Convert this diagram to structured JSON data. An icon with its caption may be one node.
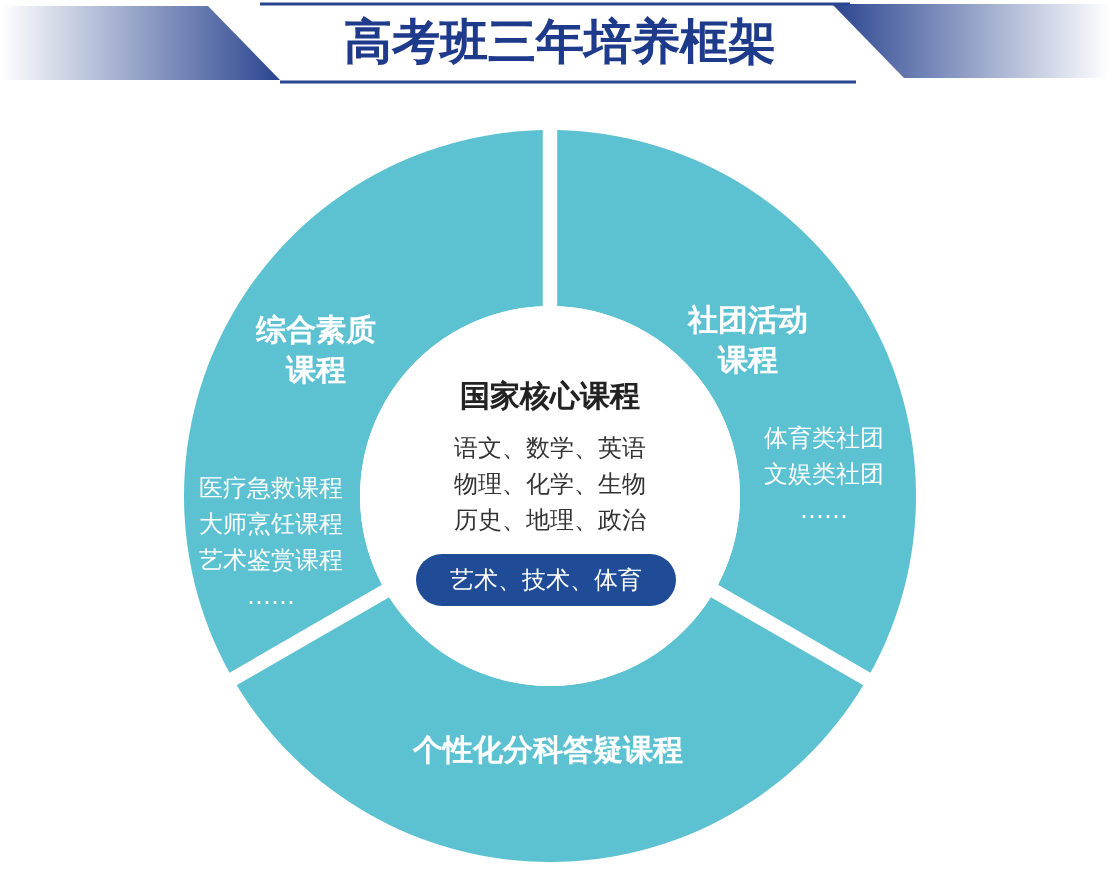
{
  "diagram": {
    "title": "高考班三年培养框架",
    "nodes": [
      {
        "text": [
          "综合素质课程",
          "医疗急救课程大师烹饪课程艺术鉴赏课程……"
        ]
      },
      {
        "text": [
          "社团活动课程",
          "体育类社团文娱类社团……"
        ]
      },
      {
        "text": [
          "国家核心课程",
          "语文、数学、英语物理、化学、生物历史、地理、政治"
        ]
      },
      {
        "text": [
          "艺术、技术、体育"
        ],
        "in": 2
      },
      {
        "text": [
          "个性化分科答疑课程"
        ]
      }
    ]
  }
}
